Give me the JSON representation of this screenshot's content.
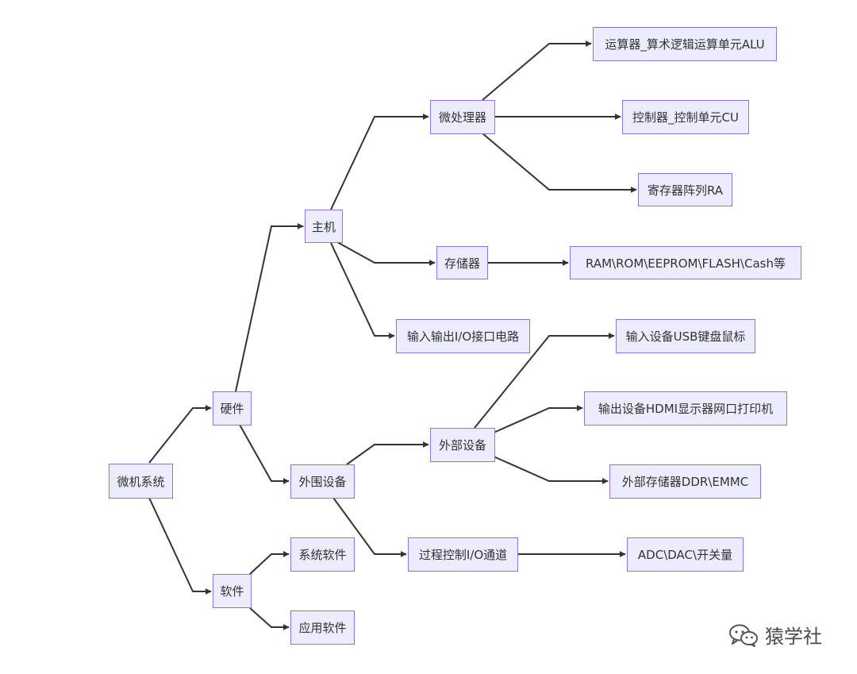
{
  "diagram": {
    "nodes": {
      "root": "微机系统",
      "hardware": "硬件",
      "software": "软件",
      "host": "主机",
      "peripherals": "外围设备",
      "system_software": "系统软件",
      "application_software": "应用软件",
      "microprocessor": "微处理器",
      "memory": "存储器",
      "io_circuit": "输入输出I/O接口电路",
      "external_device": "外部设备",
      "process_control": "过程控制I/O通道",
      "alu": "运算器_算术逻辑运算单元ALU",
      "cu": "控制器_控制单元CU",
      "registers": "寄存器阵列RA",
      "memory_types": "RAM\\ROM\\EEPROM\\FLASH\\Cash等",
      "input_device": "输入设备USB键盘鼠标",
      "output_device": "输出设备HDMI显示器网口打印机",
      "external_storage": "外部存储器DDR\\EMMC",
      "adc_dac": "ADC\\DAC\\开关量"
    }
  },
  "watermark": {
    "text": "猿学社",
    "icon": "wechat-icon"
  }
}
